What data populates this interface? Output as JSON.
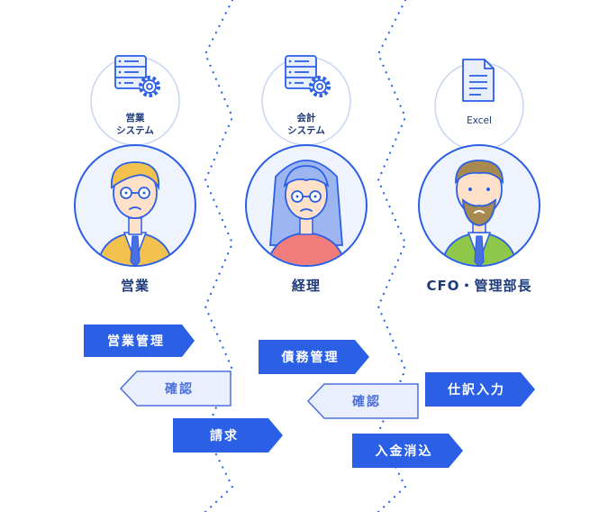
{
  "systems": [
    {
      "label_line1": "営業",
      "label_line2": "システム",
      "icon": "server-gear-icon"
    },
    {
      "label_line1": "会計",
      "label_line2": "システム",
      "icon": "server-gear-icon"
    },
    {
      "label_line1": "Excel",
      "label_line2": "",
      "icon": "document-icon"
    }
  ],
  "roles": [
    {
      "label": "営業",
      "avatar": "sales-person-avatar"
    },
    {
      "label": "経理",
      "avatar": "accountant-avatar"
    },
    {
      "label": "CFO・管理部長",
      "avatar": "cfo-avatar"
    }
  ],
  "tasks": [
    {
      "label": "営業管理",
      "style": "dark",
      "direction": "right"
    },
    {
      "label": "確認",
      "style": "light",
      "direction": "left"
    },
    {
      "label": "請求",
      "style": "dark",
      "direction": "right"
    },
    {
      "label": "債務管理",
      "style": "dark",
      "direction": "right"
    },
    {
      "label": "確認",
      "style": "light",
      "direction": "left"
    },
    {
      "label": "入金消込",
      "style": "dark",
      "direction": "right"
    },
    {
      "label": "仕訳入力",
      "style": "dark",
      "direction": "right"
    }
  ],
  "colors": {
    "primary": "#2a5fe6",
    "light_fill": "#e9effc",
    "outline": "#4a70e0",
    "circle_fill": "#eef3fd",
    "text": "#1d3a7a"
  }
}
